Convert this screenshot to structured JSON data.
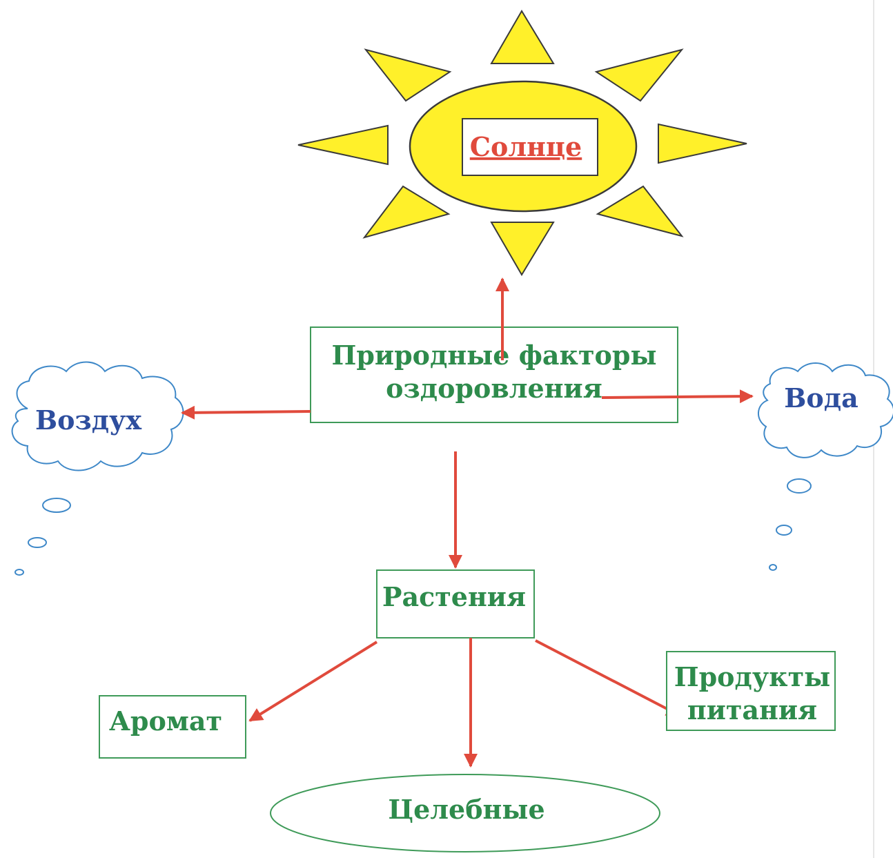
{
  "diagram": {
    "colors": {
      "sun_fill": "#FFF02A",
      "sun_stroke": "#3A3A3A",
      "sun_text": "#E04A3C",
      "node_text": "#2E8B4C",
      "node_border": "#3E9A58",
      "cloud_text": "#2E4E9E",
      "cloud_stroke": "#3E88C8",
      "arrow": "#E04A3C"
    },
    "sun": {
      "label": "Солнце"
    },
    "center": {
      "line1": "Природные факторы",
      "line2": "оздоровления"
    },
    "air": {
      "label": "Воздух"
    },
    "water": {
      "label": "Вода"
    },
    "plants": {
      "label": "Растения"
    },
    "aroma": {
      "label": "Аромат"
    },
    "food": {
      "line1": "Продукты",
      "line2": "питания"
    },
    "healing": {
      "label": "Целебные"
    }
  }
}
